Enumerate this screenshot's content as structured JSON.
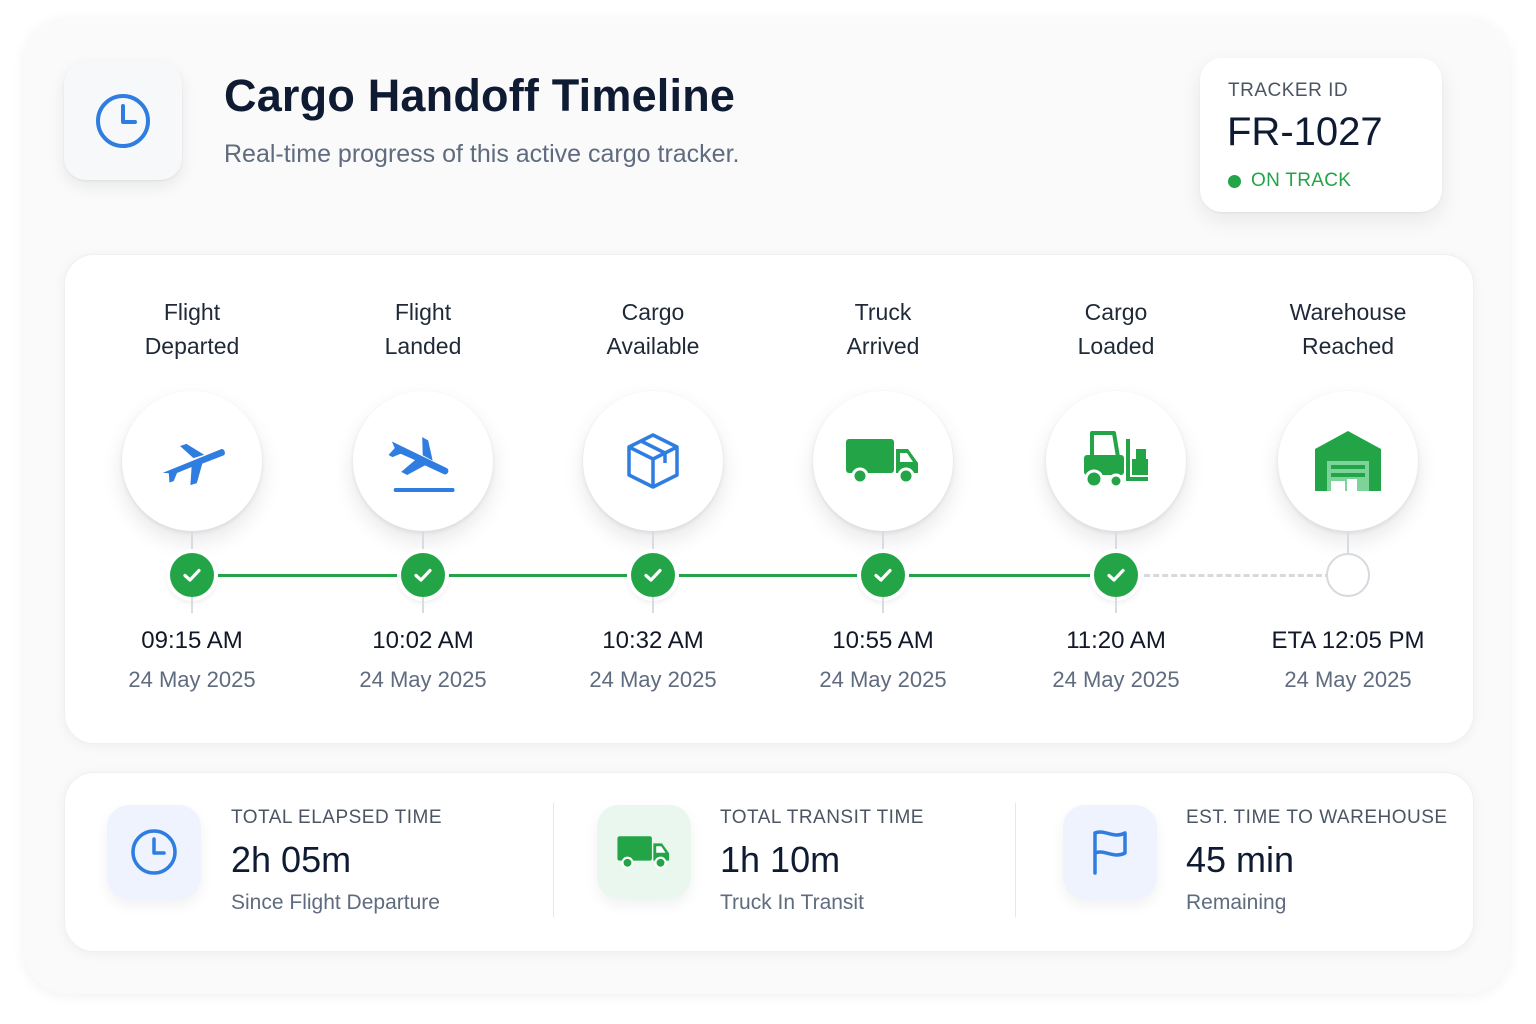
{
  "header": {
    "icon": "clock-icon",
    "title": "Cargo Handoff Timeline",
    "subtitle": "Real-time progress of this active cargo tracker."
  },
  "tracker": {
    "label": "TRACKER ID",
    "id": "FR-1027",
    "status": "ON TRACK",
    "status_color": "#22a447"
  },
  "timeline": {
    "steps": [
      {
        "label_line1": "Flight",
        "label_line2": "Departed",
        "icon": "airplane-takeoff-icon",
        "time": "09:15 AM",
        "date": "24 May 2025",
        "status": "completed"
      },
      {
        "label_line1": "Flight",
        "label_line2": "Landed",
        "icon": "airplane-landing-icon",
        "time": "10:02 AM",
        "date": "24 May 2025",
        "status": "completed"
      },
      {
        "label_line1": "Cargo",
        "label_line2": "Available",
        "icon": "box-icon",
        "time": "10:32 AM",
        "date": "24 May 2025",
        "status": "completed"
      },
      {
        "label_line1": "Truck",
        "label_line2": "Arrived",
        "icon": "truck-icon",
        "time": "10:55 AM",
        "date": "24 May 2025",
        "status": "completed"
      },
      {
        "label_line1": "Cargo",
        "label_line2": "Loaded",
        "icon": "forklift-icon",
        "time": "11:20 AM",
        "date": "24 May 2025",
        "status": "completed"
      },
      {
        "label_line1": "Warehouse",
        "label_line2": "Reached",
        "icon": "warehouse-icon",
        "time": "ETA 12:05 PM",
        "date": "24 May 2025",
        "status": "pending"
      }
    ],
    "colors": {
      "completed": "#22a447",
      "pending": "#d6d9de",
      "blue_icon": "#2f7de1"
    }
  },
  "stats": [
    {
      "icon": "clock-icon",
      "label": "TOTAL ELAPSED TIME",
      "value": "2h 05m",
      "sub": "Since Flight Departure"
    },
    {
      "icon": "truck-icon",
      "label": "TOTAL TRANSIT TIME",
      "value": "1h 10m",
      "sub": "Truck In Transit"
    },
    {
      "icon": "flag-icon",
      "label": "EST. TIME TO WAREHOUSE",
      "value": "45 min",
      "sub": "Remaining"
    }
  ]
}
